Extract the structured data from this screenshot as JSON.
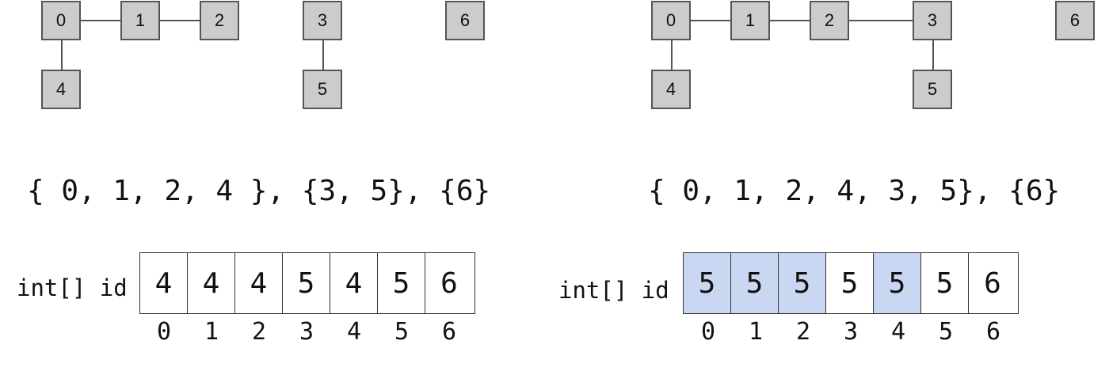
{
  "left": {
    "nodes": [
      {
        "key": "n0",
        "label": "0"
      },
      {
        "key": "n1",
        "label": "1"
      },
      {
        "key": "n2",
        "label": "2"
      },
      {
        "key": "n3",
        "label": "3"
      },
      {
        "key": "n6",
        "label": "6"
      },
      {
        "key": "n4",
        "label": "4"
      },
      {
        "key": "n5",
        "label": "5"
      }
    ],
    "edges": [
      [
        "0",
        "1"
      ],
      [
        "1",
        "2"
      ],
      [
        "0",
        "4"
      ],
      [
        "3",
        "5"
      ]
    ],
    "sets_text": "{ 0, 1, 2, 4 }, {3, 5}, {6}",
    "array_label": "int[] id",
    "array": {
      "values": [
        "4",
        "4",
        "4",
        "5",
        "4",
        "5",
        "6"
      ],
      "highlighted_indices": [],
      "indices": [
        "0",
        "1",
        "2",
        "3",
        "4",
        "5",
        "6"
      ]
    }
  },
  "right": {
    "nodes": [
      {
        "key": "n0",
        "label": "0"
      },
      {
        "key": "n1",
        "label": "1"
      },
      {
        "key": "n2",
        "label": "2"
      },
      {
        "key": "n3",
        "label": "3"
      },
      {
        "key": "n6",
        "label": "6"
      },
      {
        "key": "n4",
        "label": "4"
      },
      {
        "key": "n5",
        "label": "5"
      }
    ],
    "edges": [
      [
        "0",
        "1"
      ],
      [
        "1",
        "2"
      ],
      [
        "2",
        "3"
      ],
      [
        "0",
        "4"
      ],
      [
        "3",
        "5"
      ]
    ],
    "sets_text": "{ 0, 1, 2, 4, 3, 5}, {6}",
    "array_label": "int[] id",
    "array": {
      "values": [
        "5",
        "5",
        "5",
        "5",
        "5",
        "5",
        "6"
      ],
      "highlighted_indices": [
        0,
        1,
        2,
        4
      ],
      "indices": [
        "0",
        "1",
        "2",
        "3",
        "4",
        "5",
        "6"
      ]
    }
  },
  "colors": {
    "node_fill": "#cccccc",
    "node_border": "#555555",
    "highlight": "#c9d7f2"
  }
}
